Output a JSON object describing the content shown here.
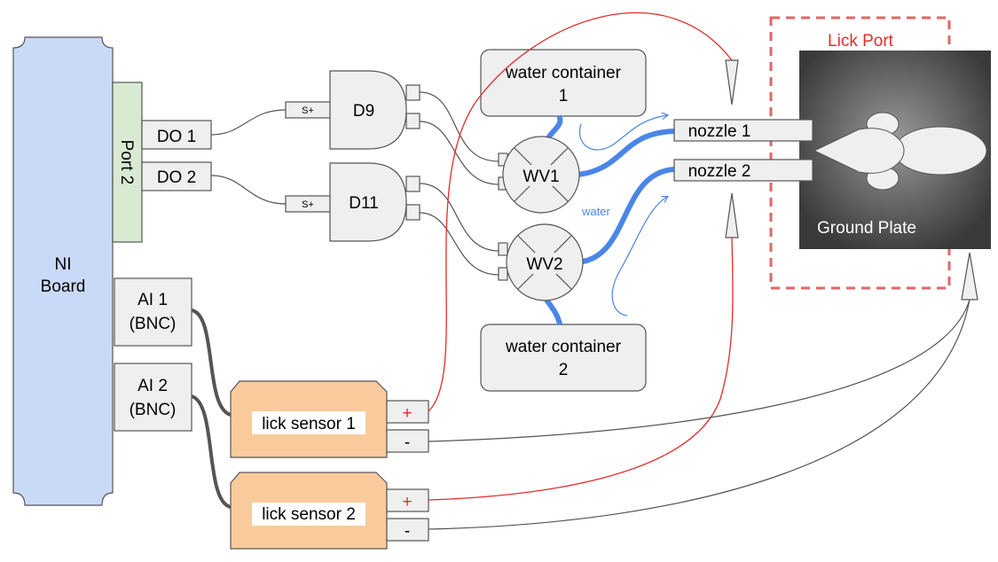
{
  "ni_board": {
    "label_line1": "NI",
    "label_line2": "Board"
  },
  "port2": {
    "label": "Port 2"
  },
  "digital_outputs": [
    "DO 1",
    "DO 2"
  ],
  "analog_inputs": [
    {
      "line1": "AI 1",
      "line2": "(BNC)"
    },
    {
      "line1": "AI 2",
      "line2": "(BNC)"
    }
  ],
  "drivers": [
    {
      "label": "D9",
      "input_label": "S+"
    },
    {
      "label": "D11",
      "input_label": "S+"
    }
  ],
  "valves": [
    "WV1",
    "WV2"
  ],
  "water_containers": [
    {
      "line1": "water container",
      "line2": "1"
    },
    {
      "line1": "water container",
      "line2": "2"
    }
  ],
  "water_label": "water",
  "nozzles": [
    "nozzle 1",
    "nozzle 2"
  ],
  "lick_sensors": [
    "lick sensor 1",
    "lick sensor 2"
  ],
  "terminals": {
    "plus": "+",
    "minus": "-"
  },
  "lick_port": {
    "label": "Lick Port",
    "ground_plate_label": "Ground Plate"
  },
  "colors": {
    "ni_board": "#c9daf8",
    "port2": "#d9ead3",
    "lick_sensor": "#f9cb9c",
    "water": "#4a86e8",
    "signal_wire": "#e32b2b",
    "lick_port_outline": "#e06666"
  }
}
